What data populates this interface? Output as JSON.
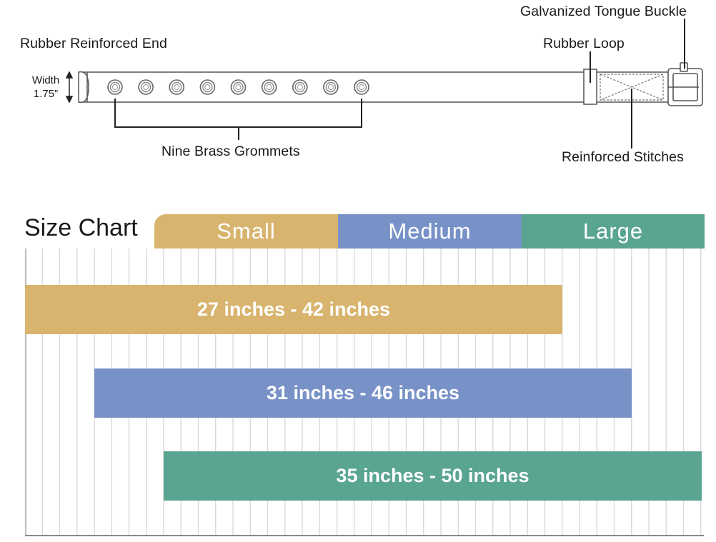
{
  "diagram": {
    "labels": {
      "rubber_end": "Rubber Reinforced End",
      "width_label": "Width",
      "width_value": "1.75”",
      "grommets": "Nine Brass Grommets",
      "rubber_loop": "Rubber Loop",
      "buckle": "Galvanized Tongue Buckle",
      "stitches": "Reinforced Stitches"
    },
    "grommet_count": 9
  },
  "size_chart": {
    "title": "Size Chart",
    "sizes": [
      {
        "name": "Small",
        "range": "27 inches - 42 inches",
        "min_in": 27,
        "max_in": 42,
        "color": "#d8b46e"
      },
      {
        "name": "Medium",
        "range": "31 inches - 46 inches",
        "min_in": 31,
        "max_in": 46,
        "color": "#7892c8"
      },
      {
        "name": "Large",
        "range": "35 inches - 50 inches",
        "min_in": 35,
        "max_in": 50,
        "color": "#5aa592"
      }
    ]
  }
}
